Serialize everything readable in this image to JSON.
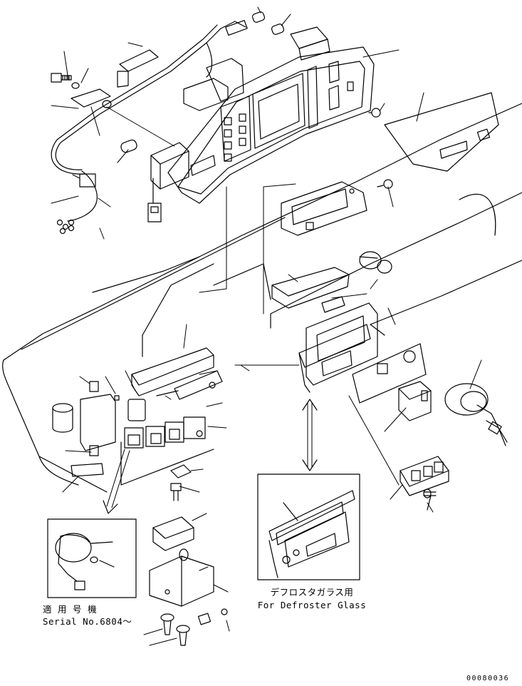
{
  "inset_left": {
    "line1": "適 用 号 機",
    "line2": "Serial No.6804～"
  },
  "inset_right": {
    "line1": "デフロスタガラス用",
    "line2": "For Defroster Glass"
  },
  "drawing_number": "00080036",
  "colors": {
    "line": "#000000",
    "background": "#ffffff"
  }
}
